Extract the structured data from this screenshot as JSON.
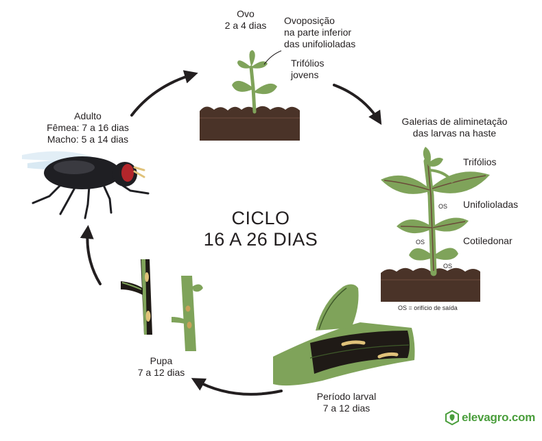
{
  "center": {
    "line1": "CICLO",
    "line2": "16 A 26 DIAS"
  },
  "stages": {
    "ovo": {
      "title": "Ovo",
      "duration": "2 a 4 dias"
    },
    "ovoposicao": {
      "lines": [
        "Ovoposição",
        "na parte inferior",
        "das unifolioladas"
      ]
    },
    "trifolios_jovens": {
      "lines": [
        "Trifólios",
        "jovens"
      ]
    },
    "galerias": {
      "lines": [
        "Galerias de aliminetação",
        "das larvas na haste"
      ]
    },
    "adulto": {
      "lines": [
        "Adulto",
        "Fêmea: 7 a 16 dias",
        "Macho: 5 a 14 dias"
      ]
    },
    "pupa": {
      "title": "Pupa",
      "duration": "7 a 12 dias"
    },
    "larval": {
      "title": "Período larval",
      "duration": "7 a 12 dias"
    }
  },
  "plant_labels": {
    "trifolios": "Trifólios",
    "unifolioladas": "Unifolioladas",
    "cotiledonar": "Cotiledonar"
  },
  "os_marks": [
    "OS",
    "OS",
    "OS"
  ],
  "os_note": "OS = orifício de saída",
  "brand": {
    "name": "elevagro.com",
    "icon": "leaf-hexagon-icon"
  },
  "colors": {
    "leaf": "#7fa35a",
    "leaf_dark": "#3f5a2a",
    "stem_vein": "#6b4a3a",
    "soil": "#4a3328",
    "larva": "#e0c27a",
    "arrow": "#231f20",
    "brand": "#4a9e3c",
    "fly_eye": "#b3262b"
  }
}
